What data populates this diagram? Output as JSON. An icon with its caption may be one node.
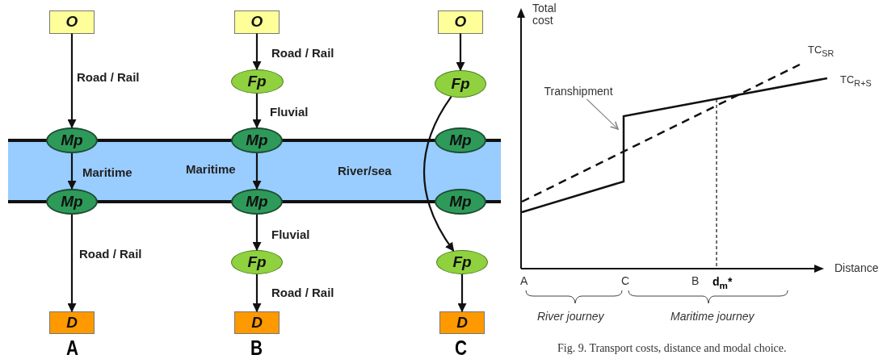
{
  "diagram": {
    "caption": "Fig. 9. Transport costs, distance and modal choice.",
    "nodes": [
      {
        "text": [
          "O"
        ]
      },
      {
        "text": [
          "Mp"
        ]
      },
      {
        "text": [
          "Mp"
        ]
      },
      {
        "text": [
          "D"
        ]
      },
      {
        "text": [
          "O"
        ]
      },
      {
        "text": [
          "Fp"
        ]
      },
      {
        "text": [
          "Mp"
        ]
      },
      {
        "text": [
          "Mp"
        ]
      },
      {
        "text": [
          "Fp"
        ]
      },
      {
        "text": [
          "D"
        ]
      },
      {
        "text": [
          "O"
        ]
      },
      {
        "text": [
          "Fp"
        ]
      },
      {
        "text": [
          "Mp"
        ]
      },
      {
        "text": [
          "Mp"
        ]
      },
      {
        "text": [
          "Fp"
        ]
      },
      {
        "text": [
          "D"
        ]
      },
      {
        "text": [
          "Transhipment"
        ]
      }
    ],
    "edges": [
      {
        "from": 0,
        "to": 1,
        "arrow": "to",
        "label": "Road / Rail"
      },
      {
        "from": 1,
        "to": 2,
        "arrow": "to",
        "label": "Maritime"
      },
      {
        "from": 2,
        "to": 3,
        "arrow": "to",
        "label": "Road / Rail"
      },
      {
        "from": 4,
        "to": 5,
        "arrow": "to",
        "label": "Road / Rail"
      },
      {
        "from": 5,
        "to": 6,
        "arrow": "to",
        "label": "Fluvial"
      },
      {
        "from": 6,
        "to": 7,
        "arrow": "to",
        "label": "Maritime"
      },
      {
        "from": 7,
        "to": 8,
        "arrow": "to",
        "label": "Fluvial"
      },
      {
        "from": 8,
        "to": 9,
        "arrow": "to",
        "label": "Road / Rail"
      },
      {
        "from": 10,
        "to": 11,
        "arrow": "to"
      },
      {
        "from": 11,
        "to": 14,
        "arrow": "to",
        "label": "River/sea"
      },
      {
        "from": 14,
        "to": 15,
        "arrow": "to"
      },
      {
        "from": 16,
        "to": null,
        "arrow": "to",
        "color": "#888888"
      }
    ],
    "labels": [
      "A",
      "B",
      "C",
      "Total cost",
      "TC$_{SR}$",
      "TC$_{R+S}$",
      "Distance",
      "A",
      "C",
      "B",
      "d$_{m}$*",
      "River journey",
      "Maritime journey"
    ]
  }
}
